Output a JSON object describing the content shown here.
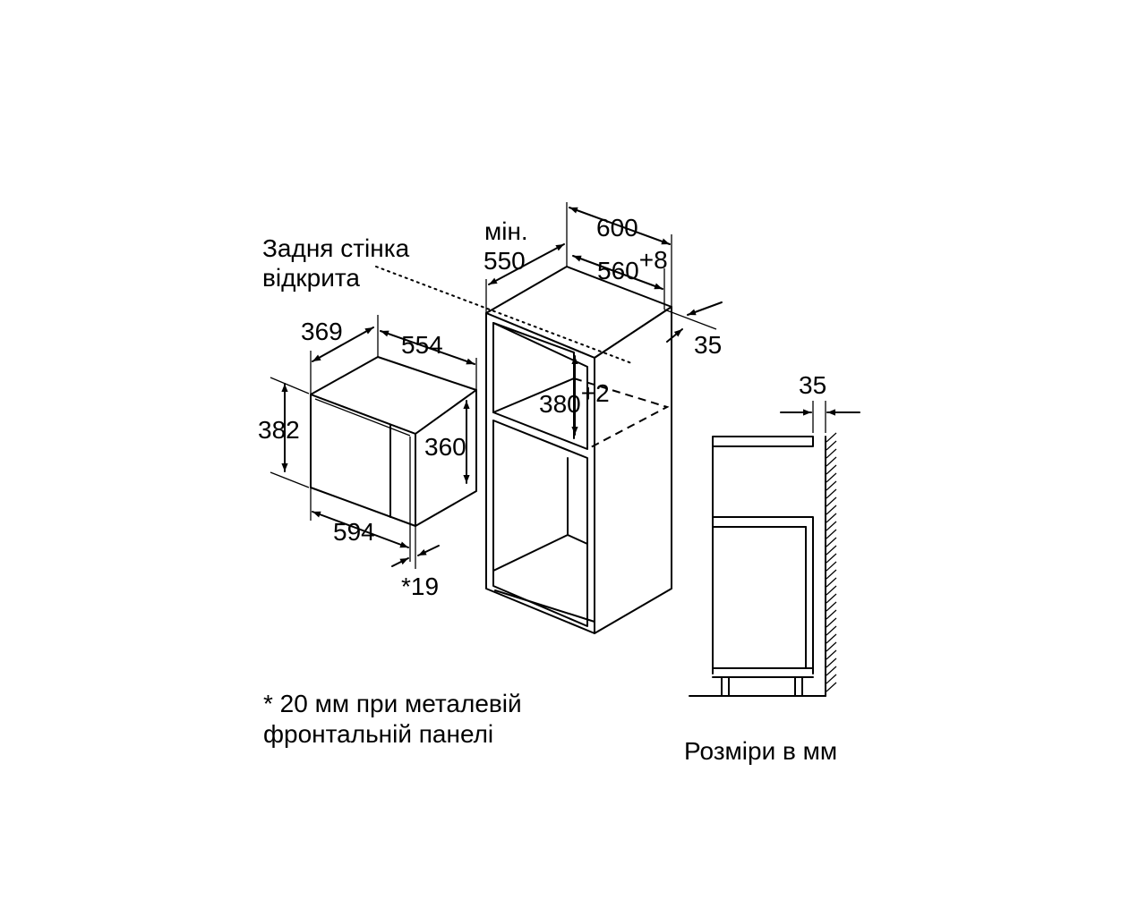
{
  "labels": {
    "back_wall_line1": "Задня стінка",
    "back_wall_line2": "відкрита",
    "min_label": "мін.",
    "depth_550": "550",
    "width_600": "600",
    "niche_width": "560",
    "niche_width_tol": "+8",
    "gap_35": "35",
    "niche_height": "380",
    "niche_height_tol": "+2",
    "depth_369": "369",
    "depth_554": "554",
    "height_382": "382",
    "height_360": "360",
    "width_594": "594",
    "front_19": "*19",
    "side_35": "35",
    "footnote_line1": "* 20 мм при металевій",
    "footnote_line2": "фронтальній панелі",
    "units_note": "Розміри в мм"
  },
  "colors": {
    "line": "#000000",
    "background": "#ffffff"
  }
}
